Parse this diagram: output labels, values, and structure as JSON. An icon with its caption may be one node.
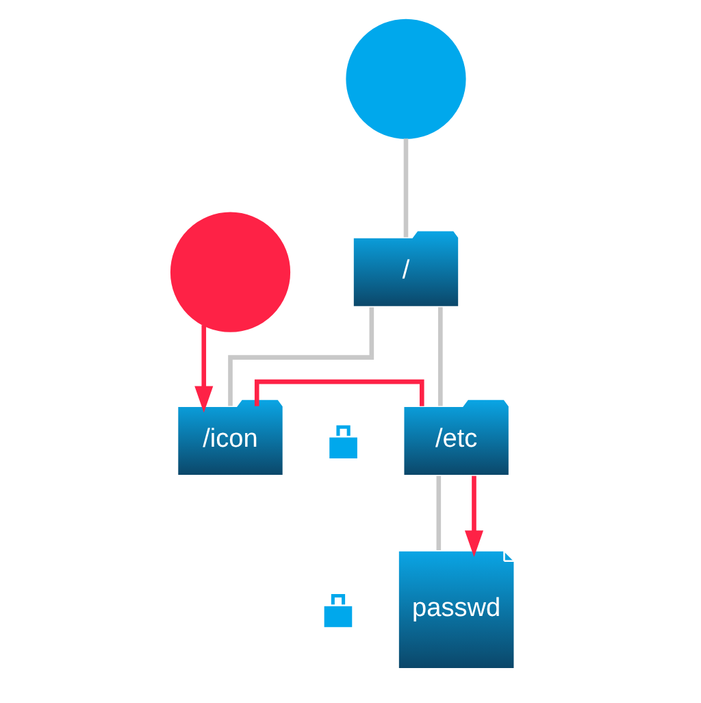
{
  "diagram": {
    "nodes": [
      {
        "text": [],
        "shape": "circle"
      },
      {
        "text": [
          "/"
        ]
      },
      {
        "text": [],
        "shape": "circle"
      },
      {
        "text": [
          "/icon"
        ]
      },
      {
        "text": [
          "/etc"
        ]
      },
      {
        "text": [
          "passwd"
        ]
      },
      {
        "text": [],
        "shape": "lock"
      },
      {
        "text": [],
        "shape": "lock"
      }
    ],
    "edges": [
      {
        "from": 0,
        "to": 1,
        "arrow": "none"
      },
      {
        "from": 1,
        "to": 3,
        "arrow": "none"
      },
      {
        "from": 1,
        "to": 4,
        "arrow": "none"
      },
      {
        "from": 4,
        "to": 5,
        "arrow": "none"
      },
      {
        "from": 2,
        "to": 3,
        "arrow": "to",
        "color": "#fe2246"
      },
      {
        "from": 3,
        "to": 4,
        "arrow": "none",
        "color": "#fe2246"
      },
      {
        "from": 4,
        "to": 5,
        "arrow": "to",
        "color": "#fe2246"
      }
    ]
  }
}
